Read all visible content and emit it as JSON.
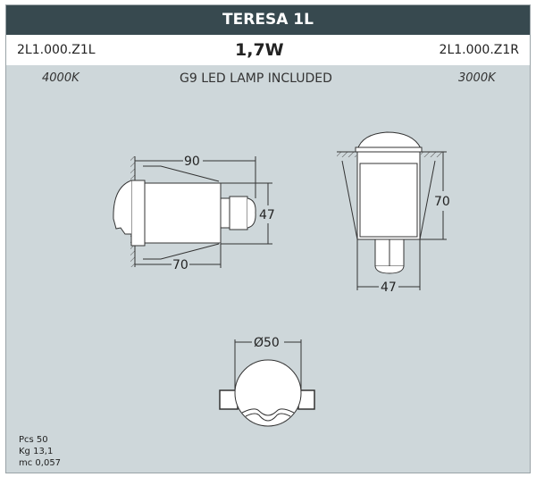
{
  "header": {
    "title": "TERESA 1L"
  },
  "row1": {
    "code_left": "2L1.000.Z1L",
    "power": "1,7W",
    "code_right": "2L1.000.Z1R"
  },
  "row2": {
    "temp_left": "4000K",
    "lamp": "G9 LED LAMP INCLUDED",
    "temp_right": "3000K"
  },
  "dimensions": {
    "side_length": "90",
    "side_height": "47",
    "side_depth": "70",
    "front_height": "70",
    "front_width": "47",
    "diameter": "Ø50"
  },
  "meta": {
    "pcs": "Pcs 50",
    "kg": "Kg 13,1",
    "mc": "mc 0,057"
  }
}
